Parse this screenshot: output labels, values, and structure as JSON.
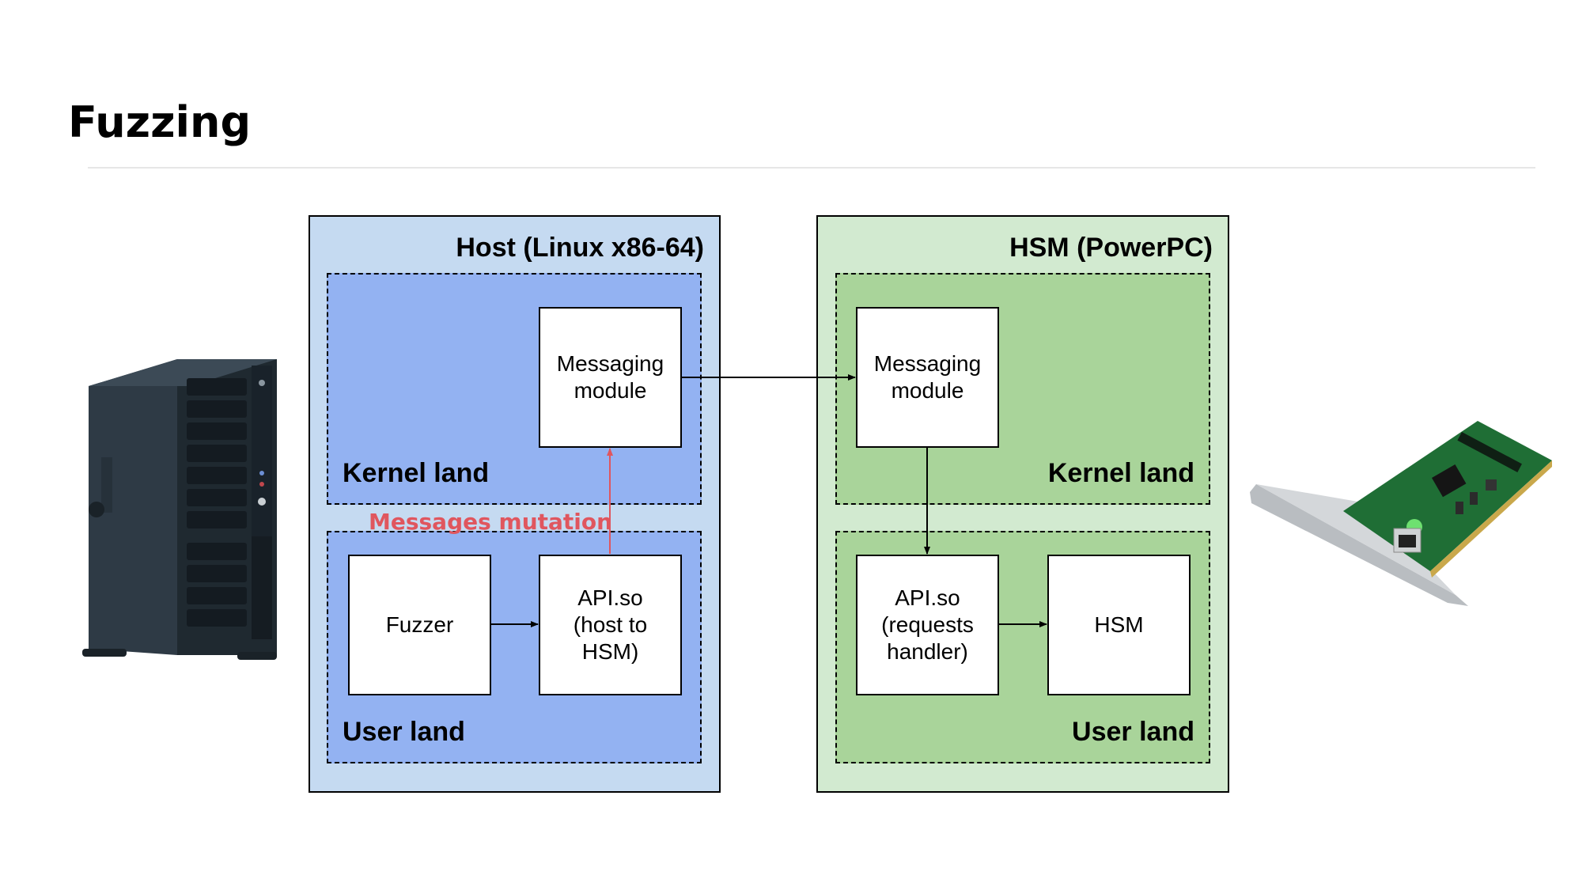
{
  "slide": {
    "title": "Fuzzing"
  },
  "host": {
    "title": "Host (Linux x86-64)",
    "kernel_label": "Kernel land",
    "user_label": "User land",
    "messaging_module": "Messaging\nmodule",
    "fuzzer": "Fuzzer",
    "api": "API.so\n(host to\nHSM)"
  },
  "hsm": {
    "title": "HSM (PowerPC)",
    "kernel_label": "Kernel land",
    "user_label": "User land",
    "messaging_module": "Messaging\nmodule",
    "api": "API.so\n(requests\nhandler)",
    "hsm_box": "HSM"
  },
  "annotations": {
    "mutation": "Messages mutation"
  },
  "images": {
    "left": "server-tower-illustration",
    "right": "pci-card-illustration"
  },
  "colors": {
    "host_panel": "#c5daf1",
    "host_zone": "#93b2f2",
    "hsm_panel": "#d2ead0",
    "hsm_zone": "#a9d49a",
    "mutation": "#e0565e"
  }
}
